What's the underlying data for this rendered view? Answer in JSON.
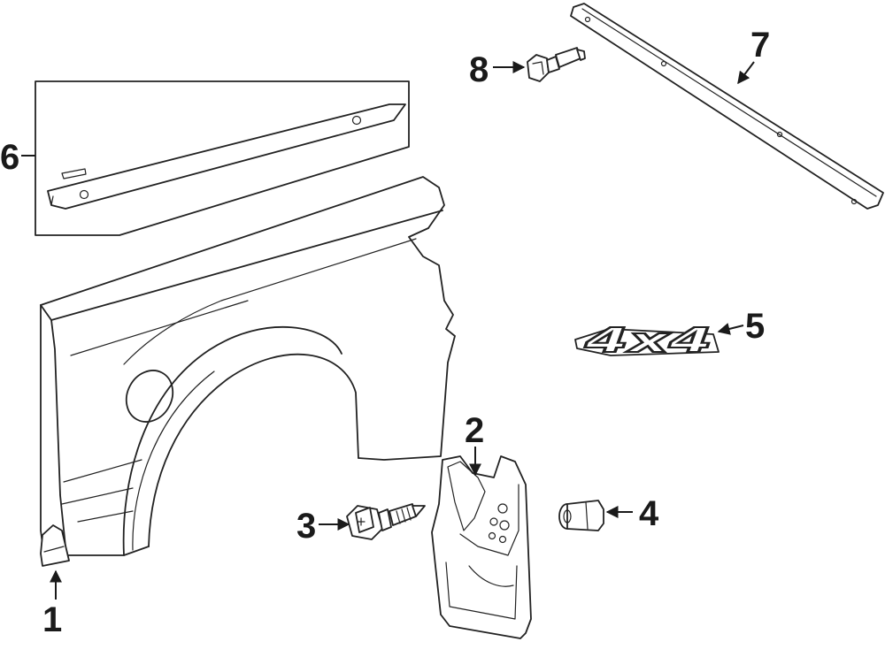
{
  "callouts": {
    "c1": "1",
    "c2": "2",
    "c3": "3",
    "c4": "4",
    "c5": "5",
    "c6": "6",
    "c7": "7",
    "c8": "8"
  },
  "emblem_text": "4x4"
}
